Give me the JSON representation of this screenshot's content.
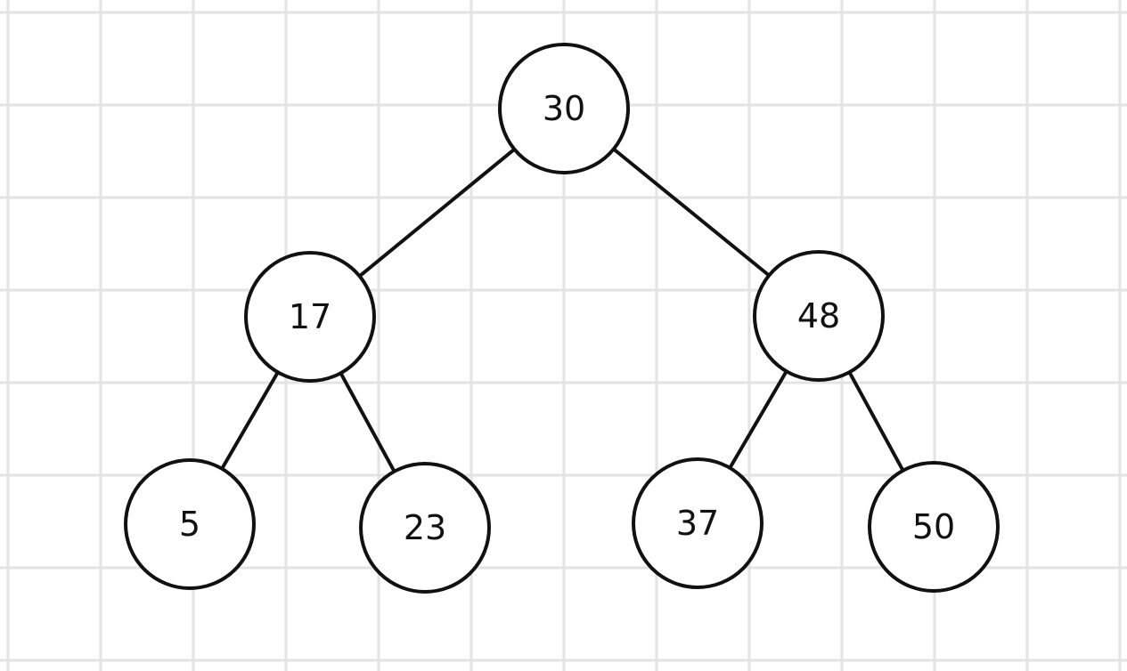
{
  "tree": {
    "type": "binary-search-tree",
    "root": "30",
    "nodes": [
      {
        "id": "n30",
        "value": "30"
      },
      {
        "id": "n17",
        "value": "17"
      },
      {
        "id": "n48",
        "value": "48"
      },
      {
        "id": "n5",
        "value": "5"
      },
      {
        "id": "n23",
        "value": "23"
      },
      {
        "id": "n37",
        "value": "37"
      },
      {
        "id": "n50",
        "value": "50"
      }
    ],
    "edges": [
      {
        "from": "n30",
        "to": "n17"
      },
      {
        "from": "n30",
        "to": "n48"
      },
      {
        "from": "n17",
        "to": "n5"
      },
      {
        "from": "n17",
        "to": "n23"
      },
      {
        "from": "n48",
        "to": "n37"
      },
      {
        "from": "n48",
        "to": "n50"
      }
    ]
  },
  "colors": {
    "background": "#ffffff",
    "grid": "#e3e3e3",
    "ink": "#111111"
  }
}
